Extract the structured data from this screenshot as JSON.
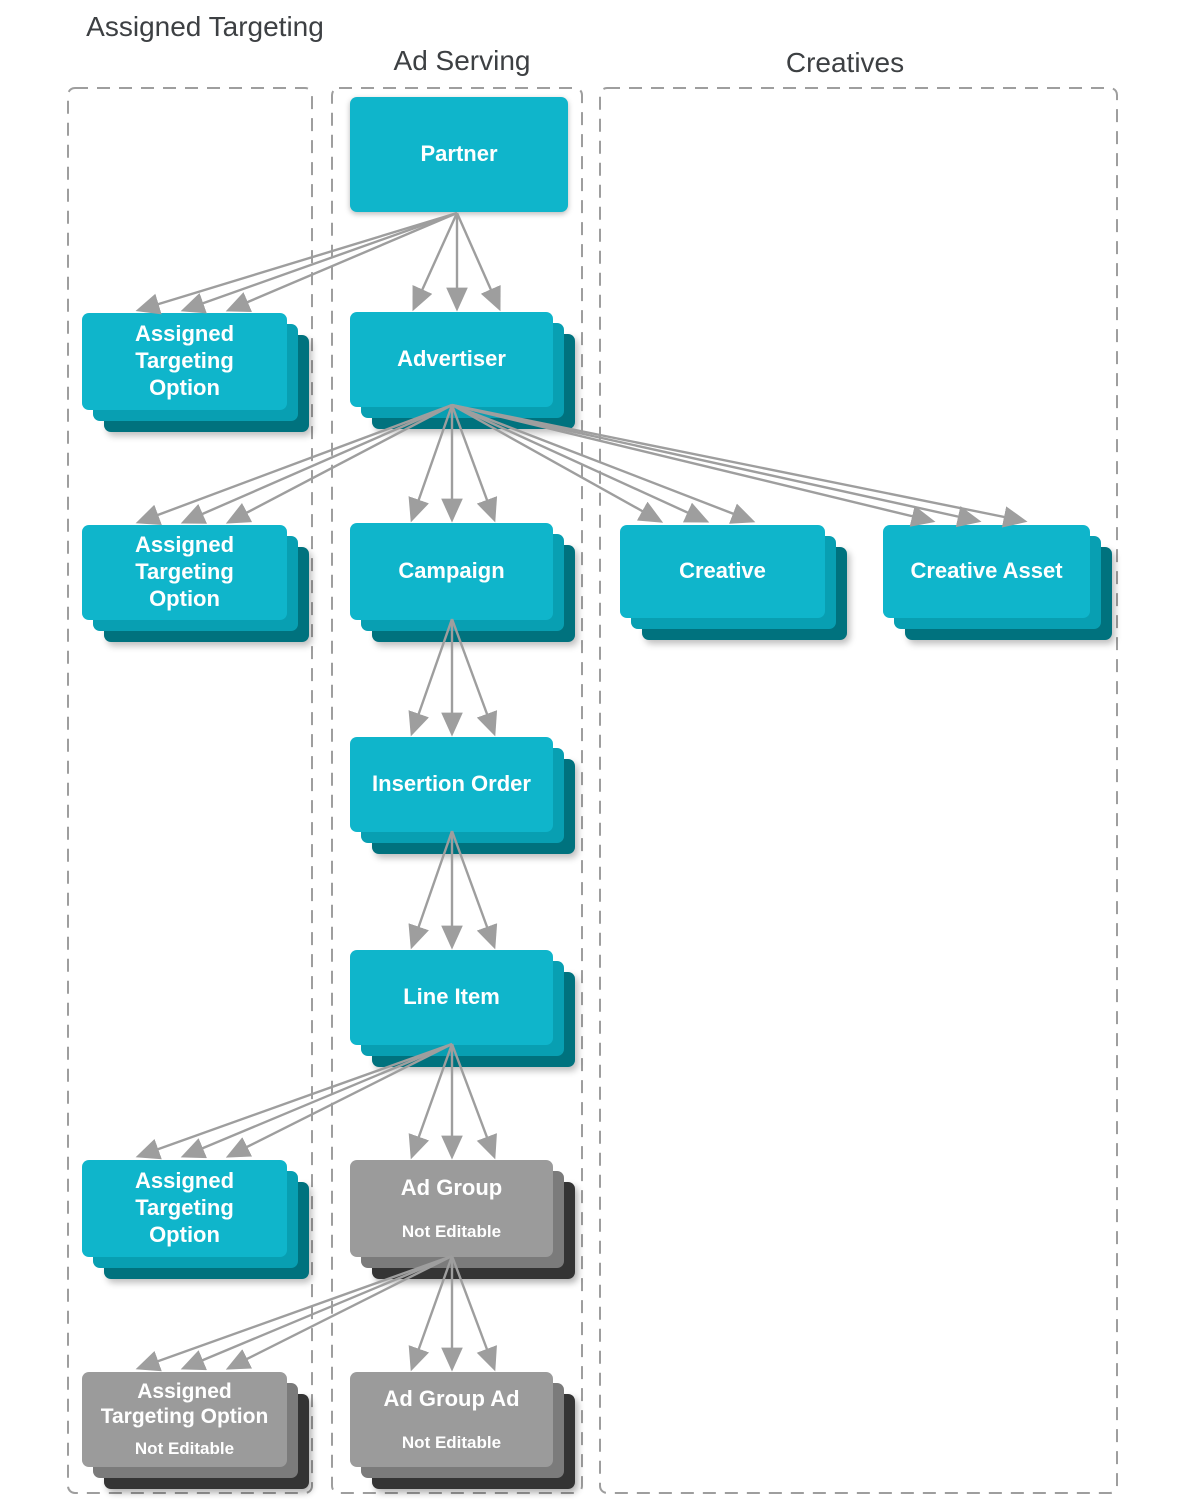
{
  "columns": [
    {
      "title": "Assigned Targeting"
    },
    {
      "title": "Ad Serving"
    },
    {
      "title": "Creatives"
    }
  ],
  "nodes": [
    {
      "id": "partner",
      "label": "Partner",
      "column": "Ad Serving",
      "editable": true
    },
    {
      "id": "assigned-targeting-option-partner",
      "label": "Assigned Targeting Option",
      "column": "Assigned Targeting",
      "editable": true
    },
    {
      "id": "advertiser",
      "label": "Advertiser",
      "column": "Ad Serving",
      "editable": true
    },
    {
      "id": "assigned-targeting-option-advertiser",
      "label": "Assigned Targeting Option",
      "column": "Assigned Targeting",
      "editable": true
    },
    {
      "id": "campaign",
      "label": "Campaign",
      "column": "Ad Serving",
      "editable": true
    },
    {
      "id": "creative",
      "label": "Creative",
      "column": "Creatives",
      "editable": true
    },
    {
      "id": "creative-asset",
      "label": "Creative Asset",
      "column": "Creatives",
      "editable": true
    },
    {
      "id": "insertion-order",
      "label": "Insertion Order",
      "column": "Ad Serving",
      "editable": true
    },
    {
      "id": "line-item",
      "label": "Line Item",
      "column": "Ad Serving",
      "editable": true
    },
    {
      "id": "assigned-targeting-option-line-item",
      "label": "Assigned Targeting Option",
      "column": "Assigned Targeting",
      "editable": true
    },
    {
      "id": "ad-group",
      "label": "Ad Group",
      "sublabel": "Not Editable",
      "column": "Ad Serving",
      "editable": false
    },
    {
      "id": "assigned-targeting-option-ad-group",
      "label": "Assigned Targeting Option",
      "sublabel": "Not Editable",
      "column": "Assigned Targeting",
      "editable": false
    },
    {
      "id": "ad-group-ad",
      "label": "Ad Group Ad",
      "sublabel": "Not Editable",
      "column": "Ad Serving",
      "editable": false
    }
  ],
  "edges": [
    {
      "from": "partner",
      "to": "advertiser",
      "arrows": 3
    },
    {
      "from": "partner",
      "to": "assigned-targeting-option-partner",
      "arrows": 3
    },
    {
      "from": "advertiser",
      "to": "assigned-targeting-option-advertiser",
      "arrows": 3
    },
    {
      "from": "advertiser",
      "to": "campaign",
      "arrows": 3
    },
    {
      "from": "advertiser",
      "to": "creative",
      "arrows": 3
    },
    {
      "from": "advertiser",
      "to": "creative-asset",
      "arrows": 3
    },
    {
      "from": "campaign",
      "to": "insertion-order",
      "arrows": 3
    },
    {
      "from": "insertion-order",
      "to": "line-item",
      "arrows": 3
    },
    {
      "from": "line-item",
      "to": "assigned-targeting-option-line-item",
      "arrows": 3
    },
    {
      "from": "line-item",
      "to": "ad-group",
      "arrows": 3
    },
    {
      "from": "ad-group",
      "to": "assigned-targeting-option-ad-group",
      "arrows": 3
    },
    {
      "from": "ad-group",
      "to": "ad-group-ad",
      "arrows": 3
    }
  ],
  "colors": {
    "editable_fill": "#0fb5cb",
    "editable_layer2": "#089fb2",
    "editable_layer3": "#00727e",
    "not_editable_fill": "#9b9b9b",
    "not_editable_layer2": "#7b7b7b",
    "not_editable_layer3": "#343434",
    "arrow": "#9e9e9e",
    "column_border": "#9e9e9e",
    "title_text": "#3d4043",
    "node_text": "#ffffff"
  }
}
